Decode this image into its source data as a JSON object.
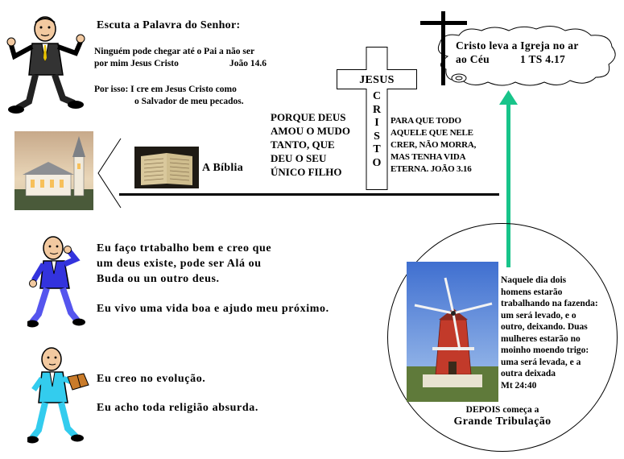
{
  "header": {
    "title": "Escuta a Palavra do Senhor:",
    "verse_line1": "Ninguém pode chegar até o Pai a não ser",
    "verse_line2": "por mim Jesus Cristo",
    "verse_ref": "João 14.6",
    "therefore_line1": "Por isso: I  cre em Jesus Cristo como",
    "therefore_line2": "o Salvador de meu pecados."
  },
  "bible": {
    "label": "A Bíblia"
  },
  "john316": {
    "left": [
      "PORQUE DEUS",
      "AMOU O MUDO",
      "TANTO, QUE",
      "DEU O SEU",
      "ÚNICO FILHO"
    ],
    "cross_top": "JESUS",
    "cross_letters": [
      "C",
      "R",
      "I",
      "S",
      "T",
      "O"
    ],
    "right": [
      "PARA QUE TODO",
      "AQUELE QUE NELE",
      "CRER, NÃO MORRA,",
      "MAS TENHA VIDA",
      "ETERNA.   JOÃO 3.16"
    ]
  },
  "cloud": {
    "line1": "Cristo leva a Igreja no ar",
    "line2_a": "ao Céu",
    "line2_b": "1 TS 4.17"
  },
  "person2": {
    "line1": "Eu faço trtabalho bem e creo que",
    "line2": "um deus existe, pode ser Alá ou",
    "line3": "Buda ou un outro deus.",
    "line4": "Eu vivo uma vida boa e ajudo meu próximo."
  },
  "person3": {
    "line1": "Eu creo no evolução.",
    "line2": "Eu acho toda religião absurda."
  },
  "circle": {
    "text": [
      "Naquele dia dois",
      "homens estarão",
      "trabalhando na fazenda:",
      "um será levado, e o",
      "outro, deixando. Duas",
      "mulheres estarão no",
      "moinho moendo trigo:",
      "uma será levada, e a",
      "outra deixada"
    ],
    "ref": "Mt  24:40",
    "after": "DEPOIS começa a",
    "tribulation": "Grande Tribulação"
  },
  "colors": {
    "arrow": "#18c48a",
    "suit_blue": "#3333dd",
    "suit_light_blue": "#33ccee"
  }
}
